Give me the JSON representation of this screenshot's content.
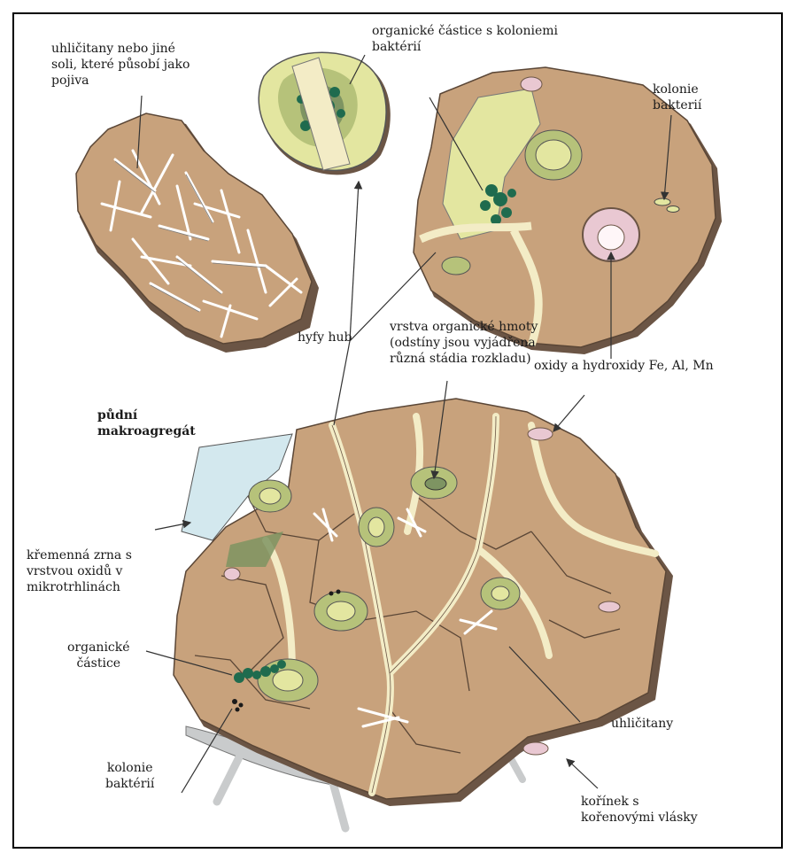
{
  "labels": {
    "carbonates_salts": "uhličitany nebo jiné\nsoli, které působí jako\npojiva",
    "organic_particles_bacteria": "organické částice s koloniemi\nbaktérií",
    "bacteria_colonies_top": "kolonie\nbakterií",
    "fungal_hyphae": "hyfy hub",
    "organic_layer": "vrstva organické hmoty\n(odstíny jsou vyjádřena\nrůzná stádia rozkladu)",
    "oxides": "oxidy a hydroxidy Fe, Al, Mn",
    "macroaggregate": "půdní\nmakroagregát",
    "quartz_grains": "křemenná zrna s\nvrstvou oxidů v\nmikrotrhlinách",
    "organic_particles": "organické\nčástice",
    "carbonates": "uhličitany",
    "bacteria_colonies_bottom": "kolonie\nbaktérií",
    "root": "kořínek s\nkořenovými vlásky"
  },
  "colors": {
    "soil": "#c8a27c",
    "soil_dark": "#6b5545",
    "organic_light": "#e3e6a0",
    "organic_mid": "#b6c27a",
    "organic_dark": "#7e9462",
    "bacteria": "#1f6b4e",
    "oxide": "#e9c8d2",
    "quartz": "#d3e8ee",
    "hyphae": "#f3ecc6",
    "root": "#c9cbcc"
  }
}
